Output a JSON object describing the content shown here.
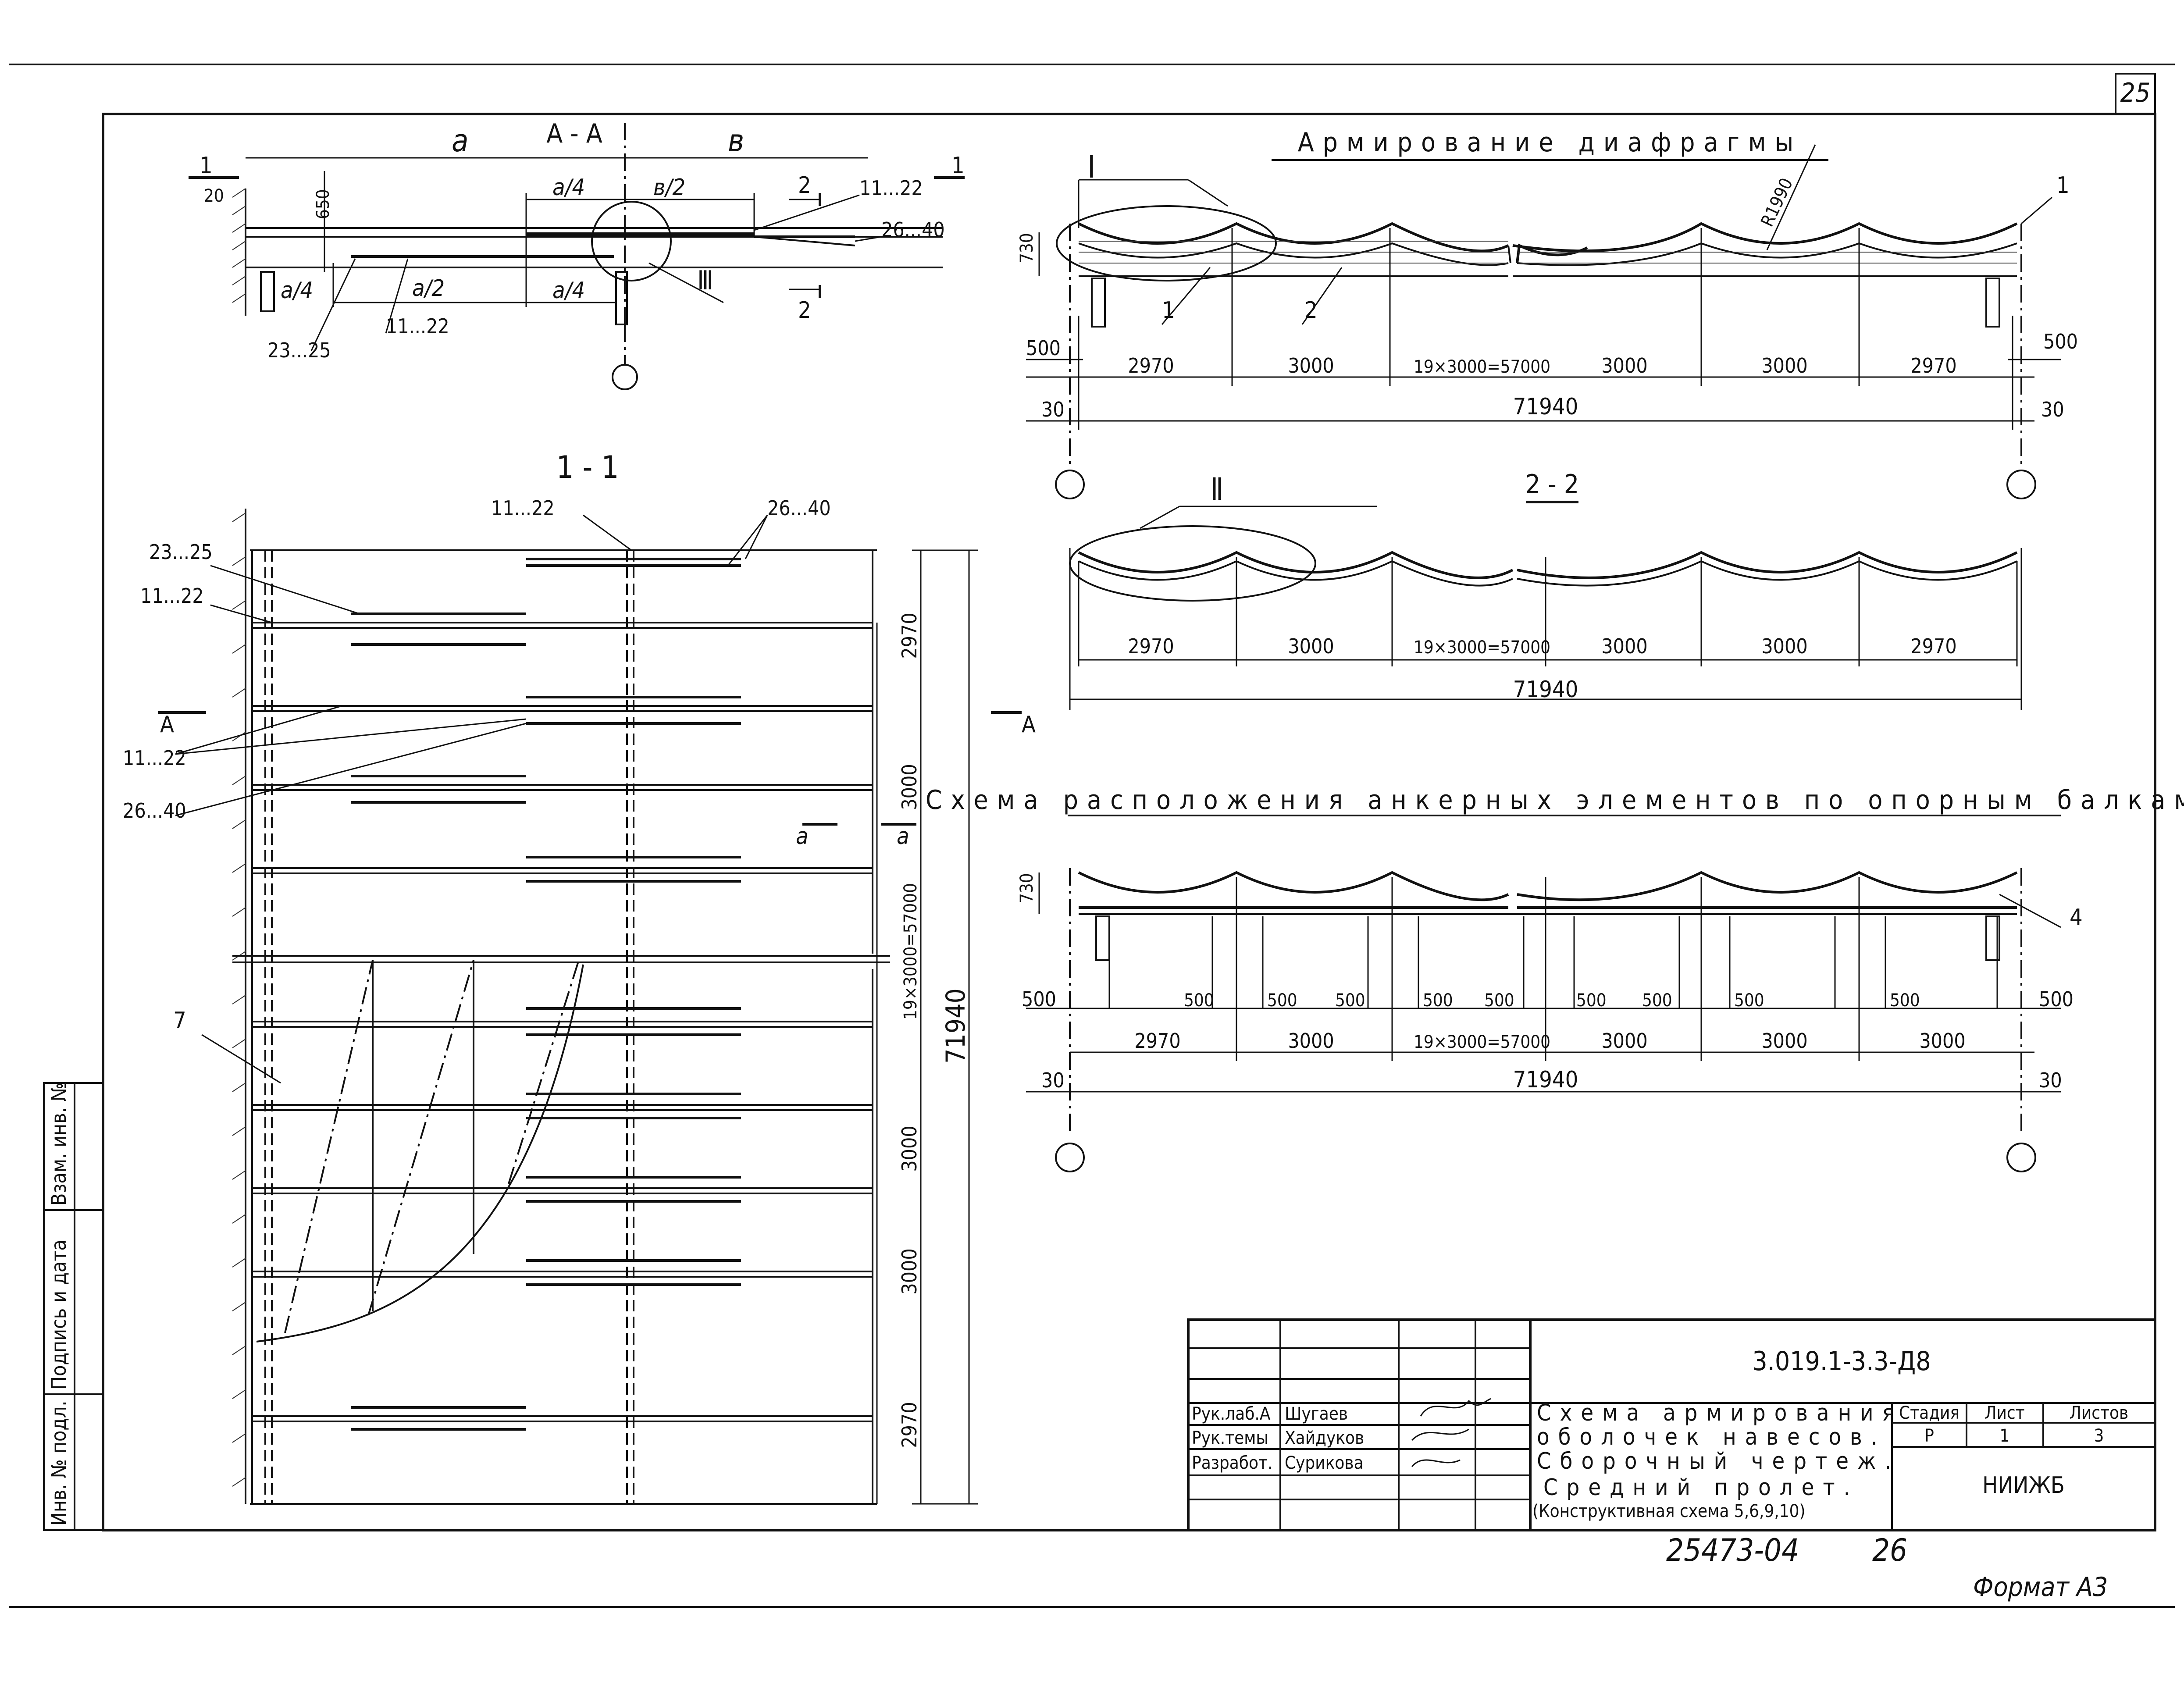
{
  "sheet": {
    "page_number": "25",
    "format_label": "Формат А3",
    "archive_number": "25473-04",
    "archive_page": "26"
  },
  "side_stamp": {
    "inv_orig": "Инв. № подл.",
    "sign_date": "Подпись и дата",
    "inv_replace": "Взам. инв. №"
  },
  "section_AA": {
    "title": "А - А",
    "label_a": "а",
    "label_b": "в",
    "a_quarter": "а/4",
    "b_half": "в/2",
    "a_half": "а/2",
    "dim_650": "650",
    "dim_20": "20",
    "mark_1": "1",
    "mark_2": "2",
    "mark_3": "Ⅲ",
    "ref_11_22": "11...22",
    "ref_26_40": "26...40",
    "ref_23_25": "23...25"
  },
  "section_11": {
    "title": "1 - 1",
    "ref_11_22": "11...22",
    "ref_26_40": "26...40",
    "ref_23_25": "23...25",
    "ref_7": "7",
    "cut_A": "А",
    "cut_a": "а",
    "dims_right": [
      "2970",
      "3000",
      "19×3000=57000",
      "3000",
      "3000",
      "2970"
    ],
    "overall": "71940"
  },
  "diaphragm": {
    "title": "Армирование диафрагмы",
    "mark_I": "I",
    "ref_1": "1",
    "ref_2": "2",
    "radius": "R1990",
    "dim_730": "730",
    "dim_500": "500",
    "dim_30": "30",
    "spans": [
      "2970",
      "3000",
      "19×3000=57000",
      "3000",
      "3000",
      "2970"
    ],
    "overall": "71940"
  },
  "section_22": {
    "title": "2 - 2",
    "mark_II": "Ⅱ",
    "spans": [
      "2970",
      "3000",
      "19×3000=57000",
      "3000",
      "3000",
      "2970"
    ],
    "overall": "71940"
  },
  "anchor_scheme": {
    "title": "Схема расположения анкерных элементов по опорным балкам",
    "ref_4": "4",
    "dim_730": "730",
    "dim_500": "500",
    "dim_30": "30",
    "small_500": [
      "500",
      "500",
      "500",
      "500",
      "500",
      "500",
      "500",
      "500",
      "500"
    ],
    "spans": [
      "2970",
      "3000",
      "19×3000=57000",
      "3000",
      "3000",
      "3000"
    ],
    "overall": "71940"
  },
  "title_block": {
    "doc_code": "3.019.1-3.3-Д8",
    "roles": [
      "Рук.лаб.А",
      "Рук.темы",
      "Разработ."
    ],
    "names": [
      "Шугаев",
      "Хайдуков",
      "Сурикова"
    ],
    "title_lines": [
      "Схема армирования",
      "оболочек навесов.",
      "Сборочный чертеж.",
      "Средний пролет.",
      "(Конструктивная схема 5,6,9,10)"
    ],
    "stage_label": "Стадия",
    "sheet_label": "Лист",
    "sheets_label": "Листов",
    "stage": "Р",
    "sheet": "1",
    "sheets": "3",
    "org": "НИИЖБ"
  }
}
